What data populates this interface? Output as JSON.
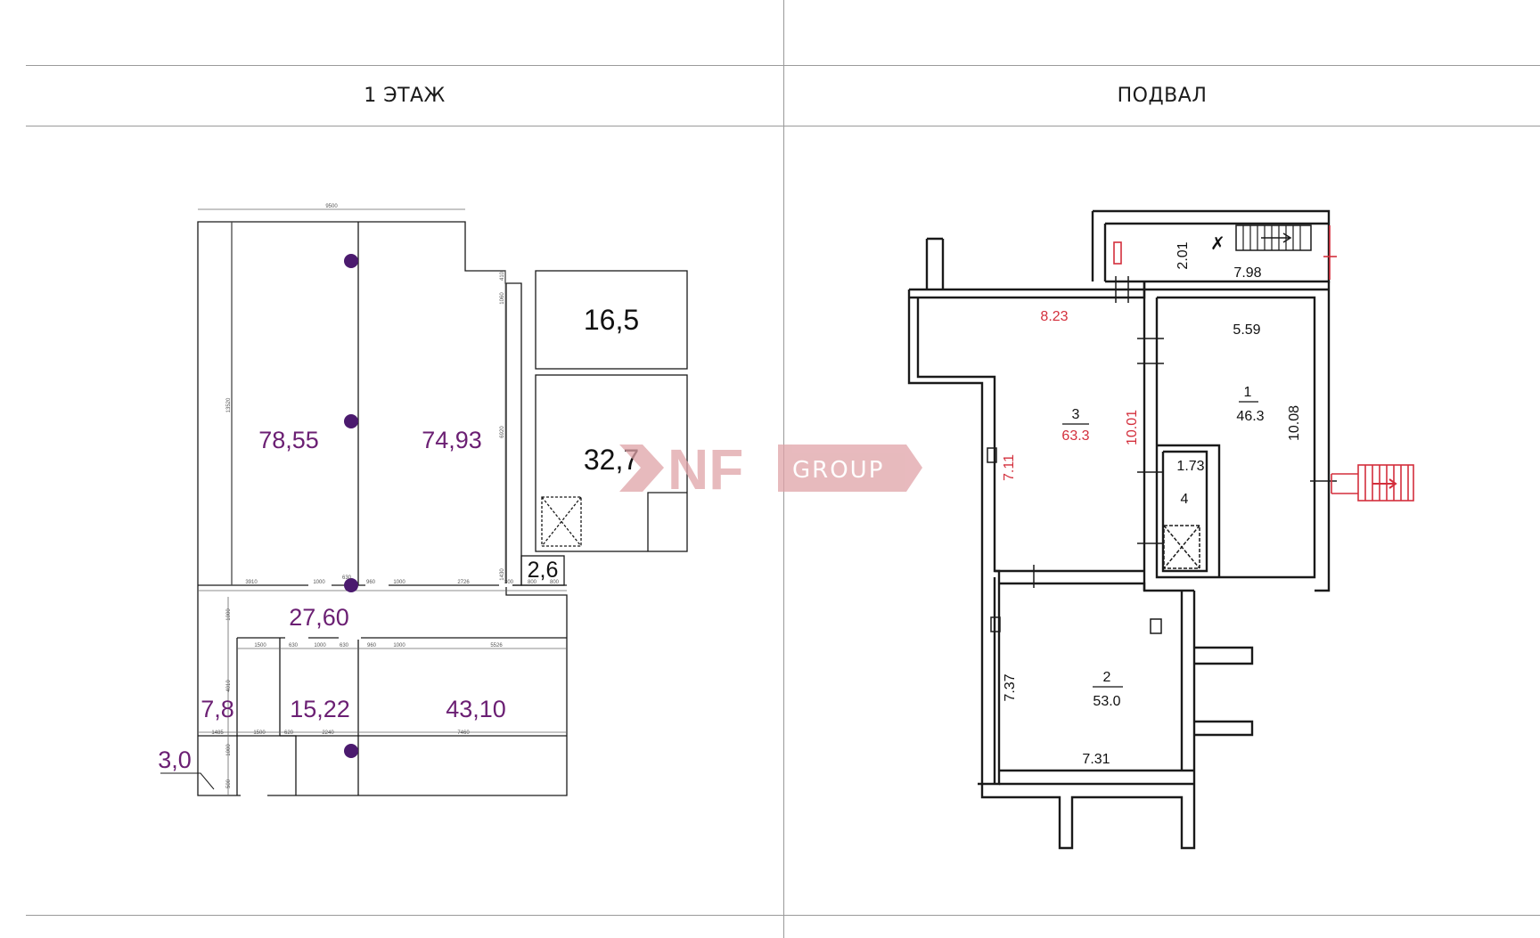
{
  "headers": {
    "left": "1 ЭТАЖ",
    "right": "ПОДВАЛ"
  },
  "floor1": {
    "areas": [
      "78,55",
      "74,93",
      "16,5",
      "32,7",
      "2,6",
      "27,60",
      "7,8",
      "15,22",
      "43,10",
      "3,0"
    ],
    "dims": [
      "9500",
      "13520",
      "6920",
      "1060",
      "410",
      "1430",
      "3910",
      "1000",
      "630",
      "960",
      "1000",
      "2726",
      "300",
      "800",
      "800",
      "1000",
      "1500",
      "630",
      "1000",
      "630",
      "960",
      "1000",
      "5526",
      "4010",
      "1485",
      "1500",
      "620",
      "2240",
      "7460",
      "1000",
      "500"
    ],
    "colors": {
      "area_text": "#6b1f73",
      "column": "#4b1a6e",
      "line": "#1a1a1a",
      "dim": "#555555"
    }
  },
  "basement": {
    "rooms": [
      {
        "num": "1",
        "area": "46.3"
      },
      {
        "num": "2",
        "area": "53.0"
      },
      {
        "num": "3",
        "area": "63.3"
      },
      {
        "num": "4",
        "area": ""
      }
    ],
    "dims_black": [
      "2.01",
      "7.98",
      "5.59",
      "10.08",
      "1.73",
      "7.37",
      "7.31"
    ],
    "dims_red": [
      "8.23",
      "10.01",
      "7.11"
    ],
    "colors": {
      "red": "#d32f3c",
      "line": "#1a1a1a"
    }
  },
  "watermark": {
    "brand": "NF",
    "word": "GROUP",
    "color": "#e0a3a8"
  }
}
